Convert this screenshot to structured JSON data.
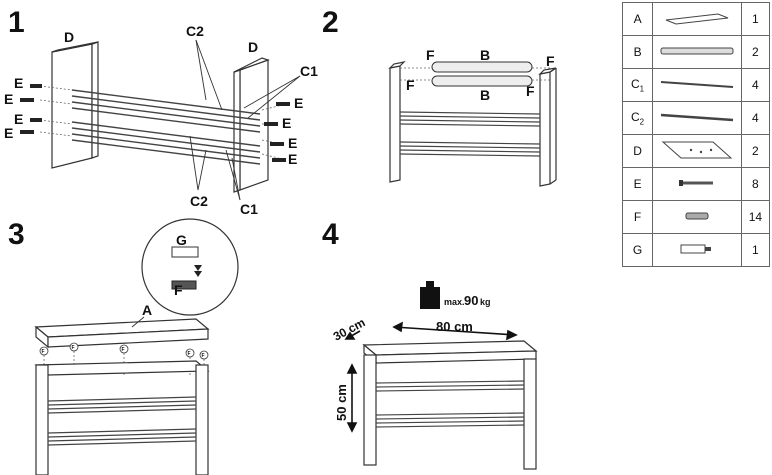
{
  "steps": {
    "s1": "1",
    "s2": "2",
    "s3": "3",
    "s4": "4"
  },
  "step1_labels": {
    "D_left": "D",
    "D_right": "D",
    "C2_top": "C2",
    "C1_top": "C1",
    "C2_bottom": "C2",
    "C1_bottom": "C1",
    "E": "E"
  },
  "step2_labels": {
    "F": "F",
    "B": "B"
  },
  "step3_labels": {
    "G": "G",
    "F": "F",
    "A": "A",
    "circle_f": "F"
  },
  "step4_labels": {
    "max_prefix": "max.",
    "max_value": "90",
    "max_unit": "kg",
    "depth": "30 cm",
    "width": "80 cm",
    "height": "50 cm"
  },
  "parts": [
    {
      "code": "A",
      "sub": "",
      "qty": "1",
      "icon": "board-A-icon"
    },
    {
      "code": "B",
      "sub": "",
      "qty": "2",
      "icon": "bar-B-icon"
    },
    {
      "code": "C",
      "sub": "1",
      "qty": "4",
      "icon": "rod-C1-icon"
    },
    {
      "code": "C",
      "sub": "2",
      "qty": "4",
      "icon": "rod-C2-icon"
    },
    {
      "code": "D",
      "sub": "",
      "qty": "2",
      "icon": "side-panel-D-icon"
    },
    {
      "code": "E",
      "sub": "",
      "qty": "8",
      "icon": "screw-E-icon"
    },
    {
      "code": "F",
      "sub": "",
      "qty": "14",
      "icon": "dowel-F-icon"
    },
    {
      "code": "G",
      "sub": "",
      "qty": "1",
      "icon": "connector-G-icon"
    }
  ]
}
